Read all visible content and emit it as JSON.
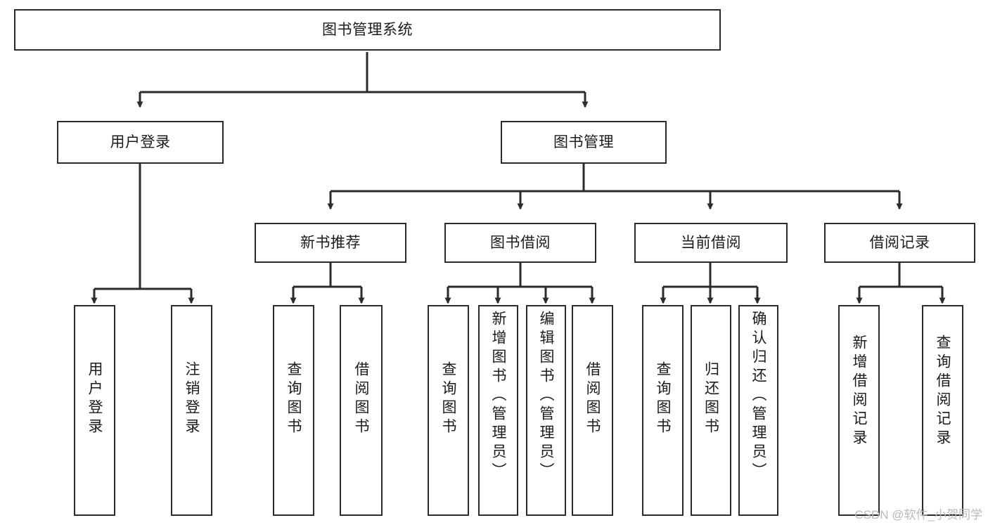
{
  "diagram": {
    "title": "图书管理系统",
    "type": "tree-hierarchy-diagram",
    "watermark": "CSDN @软件_小贺同学",
    "colors": {
      "box_border": "#2b2b2b",
      "box_fill": "#ffffff",
      "connector": "#2b2b2b",
      "text": "#1b1b1b",
      "watermark": "#b9b9b9",
      "page_background": "#ffffff"
    },
    "nodes": {
      "root": {
        "label": "图书管理系统"
      },
      "level2": [
        {
          "id": "user-login",
          "label": "用户登录"
        },
        {
          "id": "book-management",
          "label": "图书管理"
        }
      ],
      "level3": [
        {
          "id": "new-book-recommend",
          "label": "新书推荐"
        },
        {
          "id": "book-borrow",
          "label": "图书借阅"
        },
        {
          "id": "current-borrow",
          "label": "当前借阅"
        },
        {
          "id": "borrow-record",
          "label": "借阅记录"
        }
      ],
      "leaves": [
        {
          "id": "leaf-user-login",
          "label": "用户登录",
          "parent": "user-login"
        },
        {
          "id": "leaf-logout",
          "label": "注销登录",
          "parent": "user-login"
        },
        {
          "id": "leaf-query-book-1",
          "label": "查询图书",
          "parent": "new-book-recommend"
        },
        {
          "id": "leaf-borrow-book-1",
          "label": "借阅图书",
          "parent": "new-book-recommend"
        },
        {
          "id": "leaf-query-book-2",
          "label": "查询图书",
          "parent": "book-borrow"
        },
        {
          "id": "leaf-add-book",
          "label": "新增图书（管理员）",
          "parent": "book-borrow"
        },
        {
          "id": "leaf-edit-book",
          "label": "编辑图书（管理员）",
          "parent": "book-borrow"
        },
        {
          "id": "leaf-borrow-book-2",
          "label": "借阅图书",
          "parent": "book-borrow"
        },
        {
          "id": "leaf-query-book-3",
          "label": "查询图书",
          "parent": "current-borrow"
        },
        {
          "id": "leaf-return-book",
          "label": "归还图书",
          "parent": "current-borrow"
        },
        {
          "id": "leaf-confirm-return",
          "label": "确认归还（管理员）",
          "parent": "current-borrow"
        },
        {
          "id": "leaf-add-record",
          "label": "新增借阅记录",
          "parent": "borrow-record"
        },
        {
          "id": "leaf-query-record",
          "label": "查询借阅记录",
          "parent": "borrow-record"
        }
      ]
    }
  }
}
